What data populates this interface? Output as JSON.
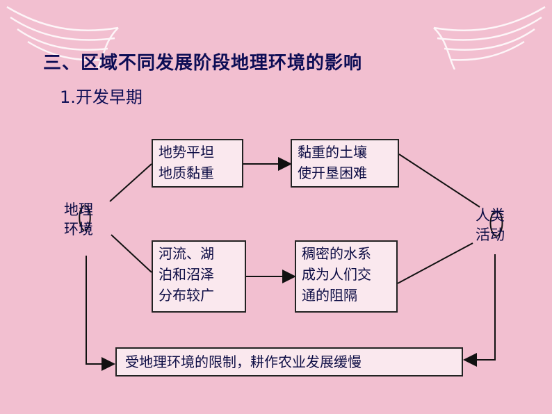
{
  "slide": {
    "heading": "三、区域不同发展阶段地理环境的影响",
    "subheading": "1.开发早期"
  },
  "diagram": {
    "left_node": "地理\n环境",
    "right_node": "人类\n活动",
    "top_box_1": "地势平坦\n地质黏重",
    "top_box_2": "黏重的土壤\n使开垦困难",
    "bottom_box_1": "河流、湖\n泊和沼泽\n分布较广",
    "bottom_box_2": "稠密的水系\n成为人们交\n通的阻隔",
    "result_box": "受地理环境的限制，耕作农业发展缓慢"
  },
  "colors": {
    "background": "#f2bfd0",
    "box_fill": "#fae8ee",
    "text": "#0c0c44"
  }
}
